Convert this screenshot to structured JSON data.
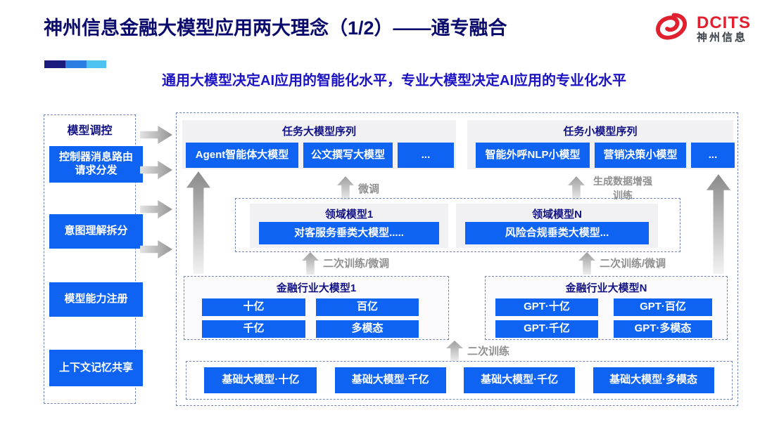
{
  "slide": {
    "title": "神州信息金融大模型应用两大理念（1/2）——通专融合",
    "subtitle": "通用大模型决定AI应用的智能化水平，专业大模型决定AI应用的专业化水平"
  },
  "logo": {
    "brand": "DCITS",
    "brand_cn": "神州信息",
    "brand_color": "#E0202E"
  },
  "accent_bar_colors": [
    "#1B1B7E",
    "#2A7DE1",
    "#4EC3EF"
  ],
  "sidebar": {
    "title": "模型调控",
    "items": [
      {
        "label": "控制器消息路由请求分发"
      },
      {
        "label": "意图理解拆分"
      },
      {
        "label": "模型能力注册"
      },
      {
        "label": "上下文记忆共享"
      }
    ]
  },
  "diagram": {
    "task_large_series": {
      "title": "任务大模型序列",
      "boxes": [
        "Agent智能体大模型",
        "公文撰写大模型",
        "..."
      ]
    },
    "task_small_series": {
      "title": "任务小模型序列",
      "boxes": [
        "智能外呼NLP小模型",
        "营销决策小模型",
        "..."
      ]
    },
    "domain_models": [
      {
        "title": "领域模型1",
        "box": "对客服务垂类大模型....."
      },
      {
        "title": "领域模型N",
        "box": "风险合规垂类大模型..."
      }
    ],
    "industry_models": [
      {
        "title": "金融行业大模型1",
        "boxes": [
          "十亿",
          "百亿",
          "千亿",
          "多模态"
        ]
      },
      {
        "title": "金融行业大模型N",
        "boxes": [
          "GPT·十亿",
          "GPT·百亿",
          "GPT·千亿",
          "GPT·多模态"
        ]
      }
    ],
    "foundation_models": [
      "基础大模型·十亿",
      "基础大模型·千亿",
      "基础大模型·千亿",
      "基础大模型·多模态"
    ],
    "arrow_labels": {
      "fine_tune": "微调",
      "gen_data_train": "生成数据增强训练",
      "retrain_ft_left": "二次训练/微调",
      "retrain_ft_right": "二次训练/微调",
      "retrain": "二次训练"
    },
    "colors": {
      "box_blue": "#0F63F3",
      "header_navy": "#121285",
      "title_navy": "#0B0B6E",
      "subtitle_blue": "#1C13C4"
    }
  }
}
